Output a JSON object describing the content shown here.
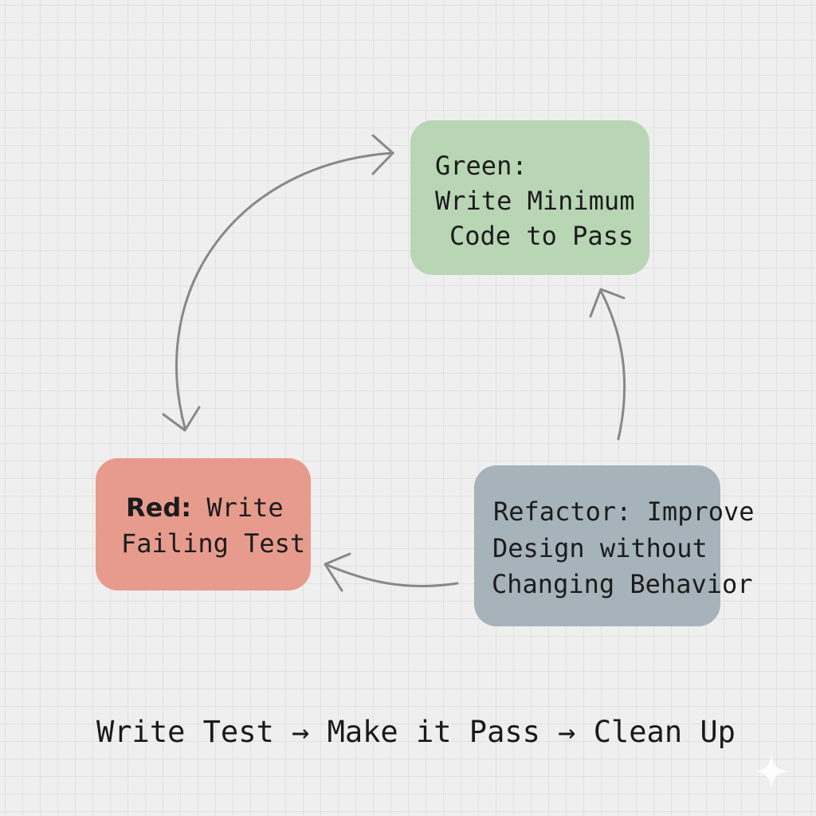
{
  "nodes": {
    "green": {
      "title": "Green:",
      "line2": "Write Minimum",
      "line3": "Code to Pass",
      "color": "#b8d6b4"
    },
    "red": {
      "title": "Red:",
      "title_rest": " Write",
      "line2": "Failing Test",
      "color": "#e79b8d"
    },
    "refactor": {
      "title": "Refactor:",
      "title_rest": " Improve",
      "line2": "Design without",
      "line3": "Changing Behavior",
      "color": "#a6b3ba"
    }
  },
  "caption": "Write Test → Make it Pass → Clean Up",
  "arrow_color": "#888888",
  "background_color": "#efefef"
}
